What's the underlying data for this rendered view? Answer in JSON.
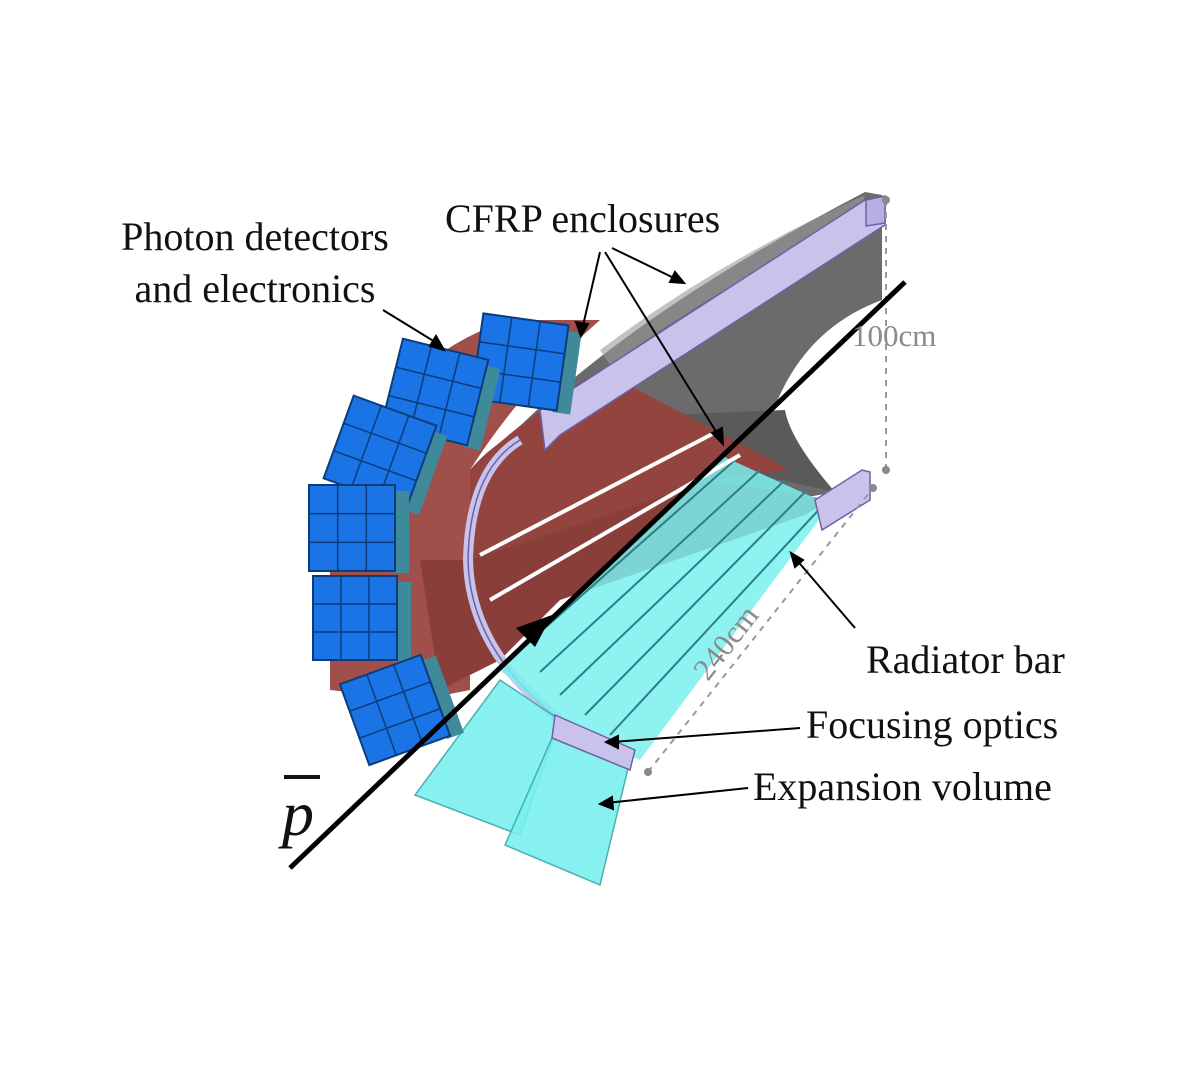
{
  "labels": {
    "photon_detectors_line1": "Photon detectors",
    "photon_detectors_line2": "and electronics",
    "cfrp_enclosures": "CFRP enclosures",
    "radiator_bar": "Radiator bar",
    "focusing_optics": "Focusing optics",
    "expansion_volume": "Expansion volume",
    "particle": "p"
  },
  "dimensions": {
    "height": "100cm",
    "length": "240cm"
  },
  "colors": {
    "pmt_blue": "#1a74e6",
    "pmt_edge": "#0b3d7a",
    "frame_red": "#a14f4b",
    "frame_dark": "#7a3330",
    "enclosure_gray": "#6b6b6b",
    "bar_cyan": "#7af0ee",
    "lavender": "#c9c3ec",
    "dim_gray": "#8a8a8a"
  }
}
